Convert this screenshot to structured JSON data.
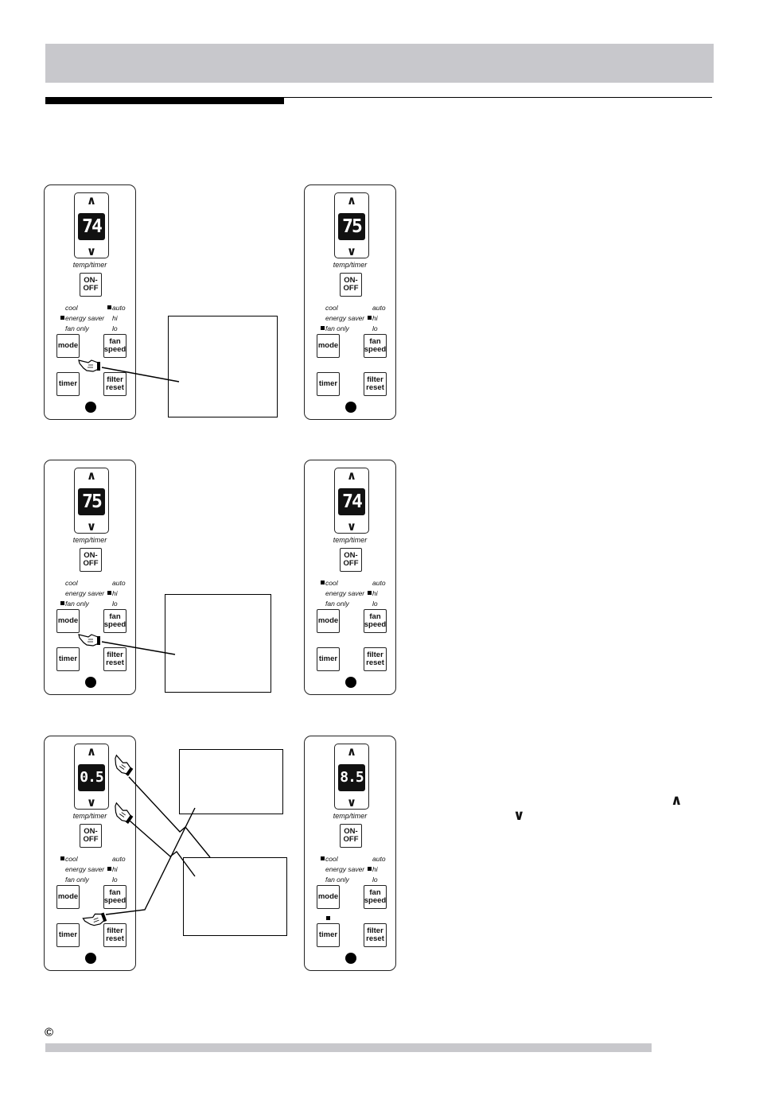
{
  "copyright_symbol": "©",
  "panel_labels": {
    "up_arrow": "∧",
    "down_arrow": "∨",
    "caption": "temp/timer",
    "on_off": "ON-\nOFF",
    "cool": "cool",
    "energy_saver": "energy saver",
    "fan_only": "fan only",
    "auto": "auto",
    "hi": "hi",
    "lo": "lo",
    "mode": "mode",
    "fan_speed": "fan\nspeed",
    "timer": "timer",
    "filter_reset": "filter\nreset"
  },
  "panels": [
    {
      "display": "74",
      "mode_indicator": "energy saver",
      "fan_indicator": "auto"
    },
    {
      "display": "75",
      "mode_indicator": "fan only",
      "fan_indicator": "hi"
    },
    {
      "display": "75",
      "mode_indicator": "fan only",
      "fan_indicator": "hi"
    },
    {
      "display": "74",
      "mode_indicator": "cool",
      "fan_indicator": "hi"
    },
    {
      "display": "0.5",
      "mode_indicator": "cool",
      "fan_indicator": "hi"
    },
    {
      "display": "8.5",
      "mode_indicator": "cool",
      "fan_indicator": "hi",
      "timer_indicator": true
    }
  ],
  "side_glyphs": {
    "up": "∧",
    "down": "∨"
  },
  "icons": {
    "pointer": "pointing-hand-icon"
  }
}
